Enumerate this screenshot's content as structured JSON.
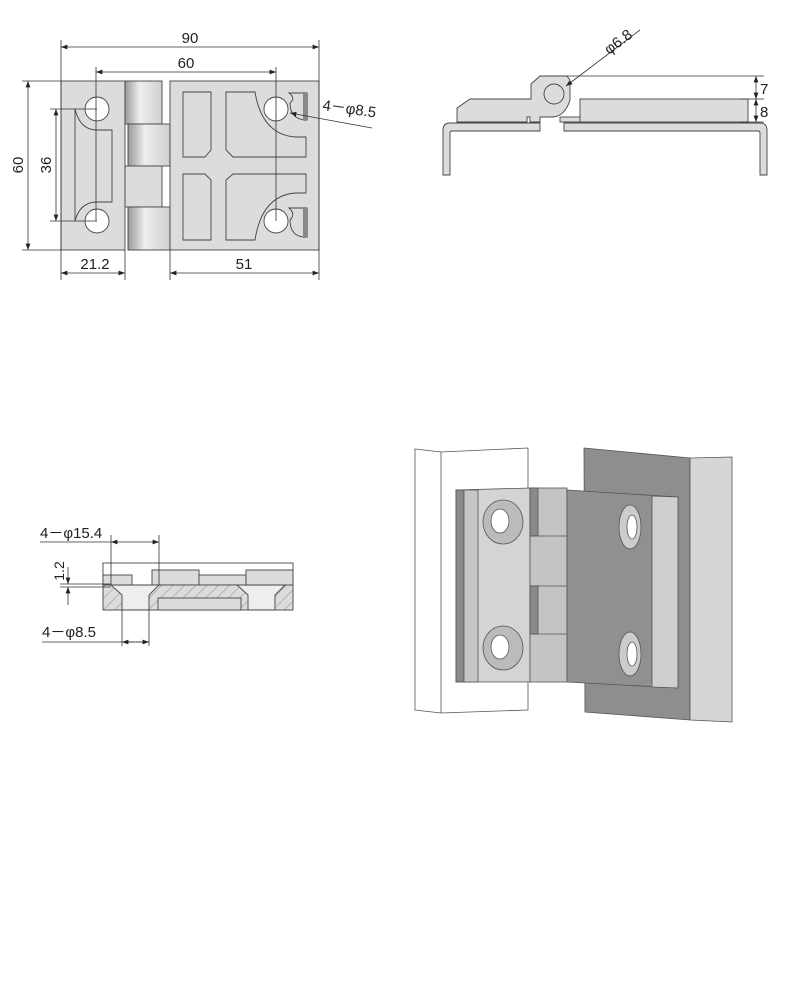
{
  "top_view": {
    "overall_width": "90",
    "hole_spacing_x": "60",
    "overall_height": "60",
    "hole_spacing_y": "36",
    "left_leaf_width": "21.2",
    "right_leaf_width": "51",
    "hole_callout": "4－φ8.5"
  },
  "side_view": {
    "pin_diameter": "φ6.8",
    "upper_height": "7",
    "lower_height": "8"
  },
  "section_view": {
    "countersink_callout": "4－φ15.4",
    "countersink_depth": "1.2",
    "hole_callout": "4－φ8.5"
  },
  "colors": {
    "part_fill": "#dcdcdc",
    "line": "#444444",
    "dark_face": "#8e8e8e"
  }
}
